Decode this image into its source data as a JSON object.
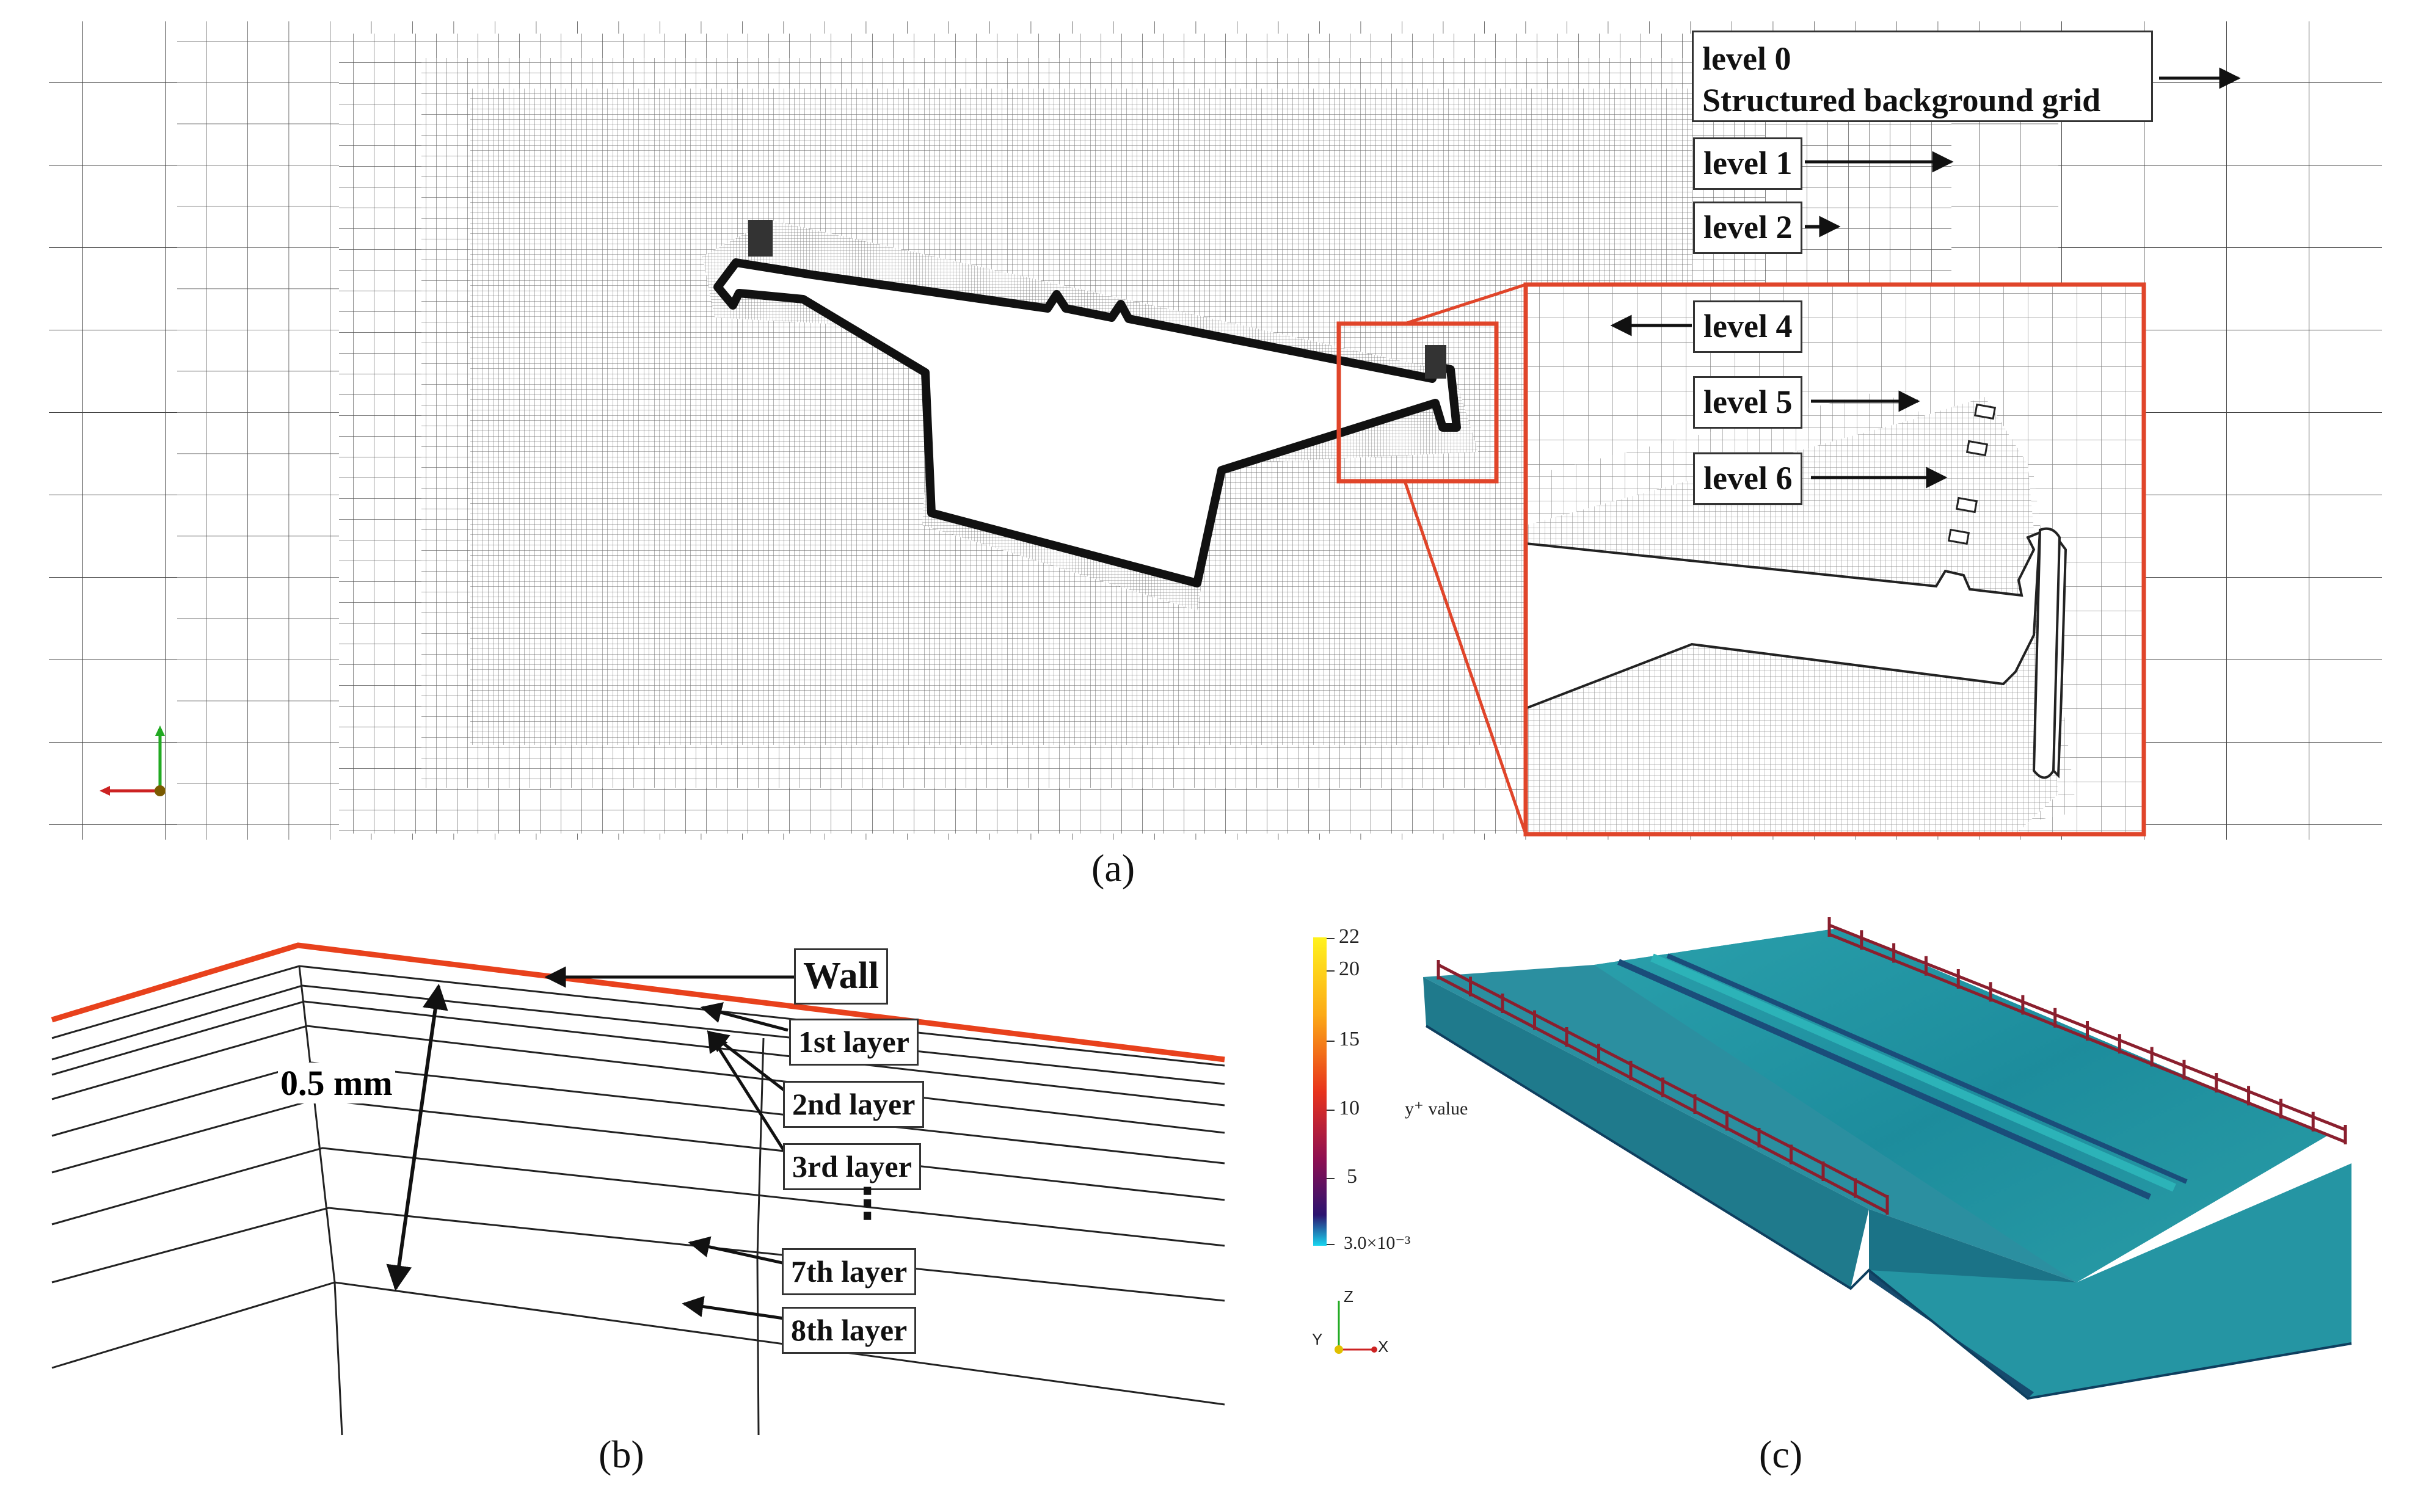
{
  "panel_a": {
    "caption": "(a)",
    "level_labels": {
      "level0": [
        "level 0",
        "Structured background grid"
      ],
      "level1": "level 1",
      "level2": "level 2",
      "level4": "level 4",
      "level5": "level 5",
      "level6": "level 6"
    }
  },
  "panel_b": {
    "caption": "(b)",
    "wall_label": "Wall",
    "thickness_label": "0.5 mm",
    "layer_labels": [
      "1st layer",
      "2nd layer",
      "3rd layer",
      "7th layer",
      "8th layer"
    ],
    "ellipsis": "⋮"
  },
  "panel_c": {
    "caption": "(c)",
    "colorbar_title": "y⁺ value",
    "colorbar_ticks": [
      "22",
      "20",
      "15",
      "10",
      "5",
      "3.0×10⁻³"
    ],
    "axis_labels": [
      "Z",
      "Y",
      "X"
    ],
    "colors": {
      "deck": "#1f8fa0",
      "deck_light": "#35a9b0",
      "railing": "#8a1f2e"
    }
  },
  "colors": {
    "wall_red": "#e8411c",
    "zoom_red": "#e0452a",
    "mesh_gray": "#7a7a7a"
  }
}
